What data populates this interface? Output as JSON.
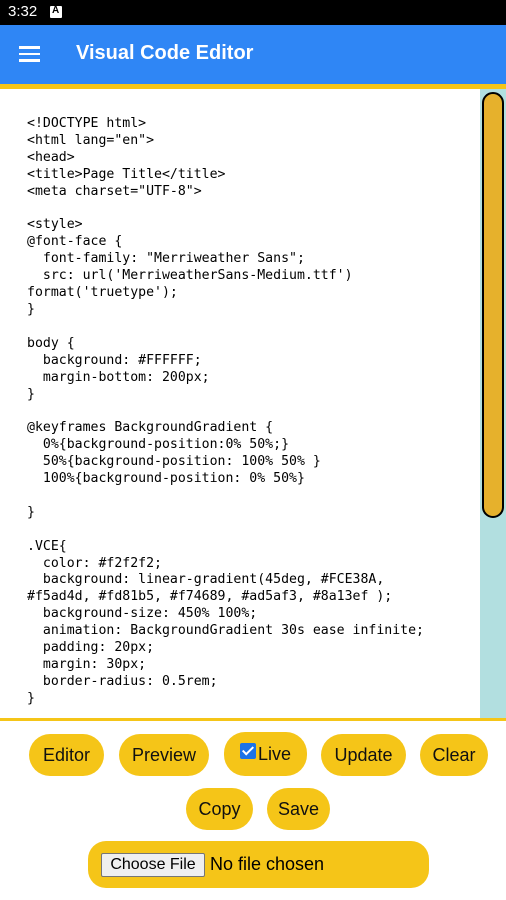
{
  "status_bar": {
    "time": "3:32",
    "notification_icon": "notification-a-icon"
  },
  "app_bar": {
    "menu_icon": "hamburger-menu-icon",
    "title": "Visual Code Editor",
    "color": "#2f86f5",
    "accent": "#f5c518"
  },
  "editor": {
    "code": "<!DOCTYPE html>\n<html lang=\"en\">\n<head>\n<title>Page Title</title>\n<meta charset=\"UTF-8\">\n\n<style>\n@font-face {\n  font-family: \"Merriweather Sans\";\n  src: url('MerriweatherSans-Medium.ttf')\nformat('truetype');\n}\n\nbody {\n  background: #FFFFFF;\n  margin-bottom: 200px;\n}\n\n@keyframes BackgroundGradient {\n  0%{background-position:0% 50%;}\n  50%{background-position: 100% 50% }\n  100%{background-position: 0% 50%}\n\n}\n\n.VCE{\n  color: #f2f2f2;\n  background: linear-gradient(45deg, #FCE38A,\n#f5ad4d, #fd81b5, #f74689, #ad5af3, #8a13ef );\n  background-size: 450% 100%;\n  animation: BackgroundGradient 30s ease infinite;\n  padding: 20px;\n  margin: 30px;\n  border-radius: 0.5rem;\n}"
  },
  "buttons": {
    "editor": "Editor",
    "preview": "Preview",
    "live": "Live",
    "live_checked": true,
    "update": "Update",
    "clear": "Clear",
    "copy": "Copy",
    "save": "Save"
  },
  "file_input": {
    "button_label": "Choose File",
    "status": "No file chosen"
  }
}
